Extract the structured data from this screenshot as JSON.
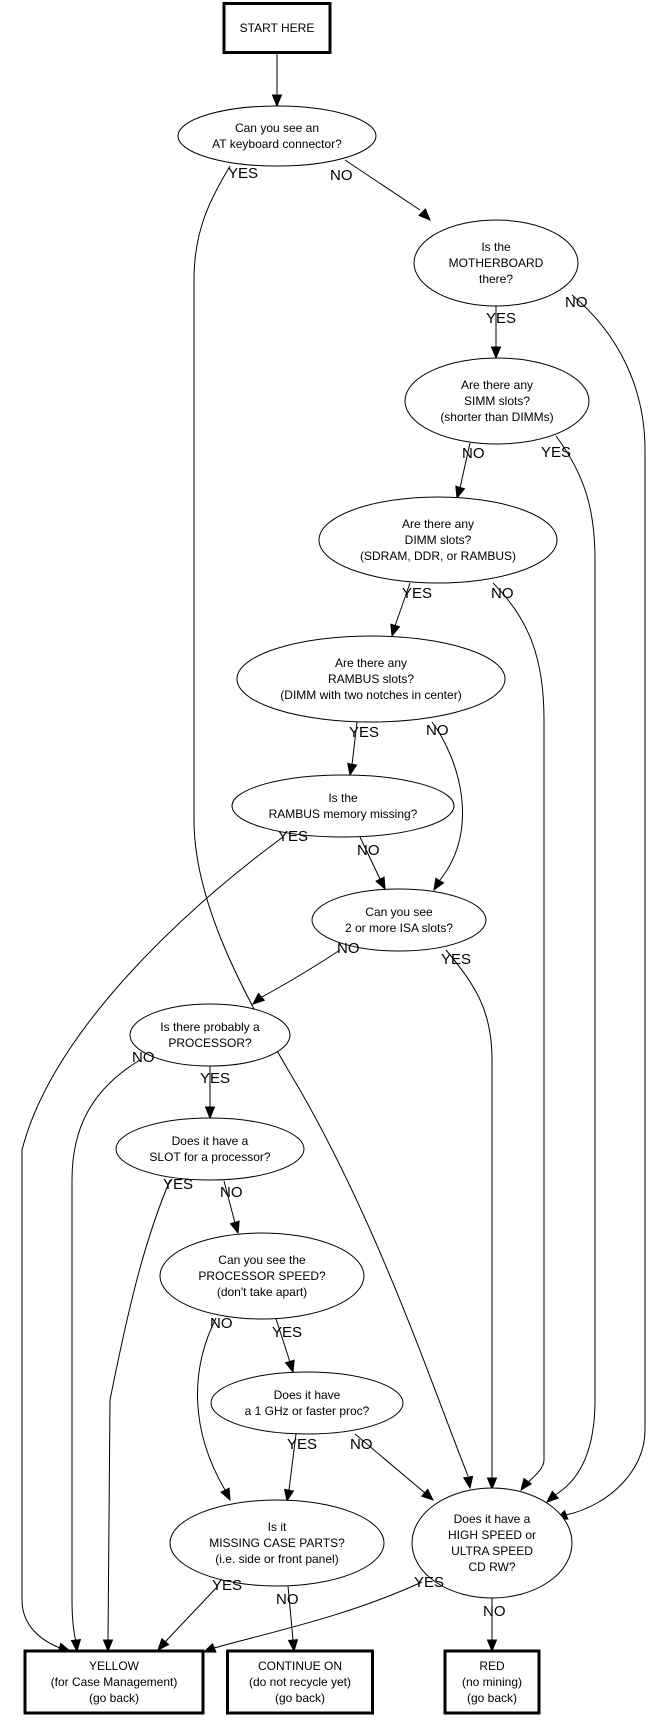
{
  "title": "Motherboard triage flowchart",
  "nodes": {
    "start": {
      "shape": "box",
      "lines": [
        "START HERE"
      ]
    },
    "at_keyboard": {
      "shape": "ellipse",
      "lines": [
        "Can you see an",
        "AT keyboard connector?"
      ]
    },
    "motherboard": {
      "shape": "ellipse",
      "lines": [
        "Is the",
        "MOTHERBOARD",
        "there?"
      ]
    },
    "simm": {
      "shape": "ellipse",
      "lines": [
        "Are there any",
        "SIMM slots?",
        "(shorter than DIMMs)"
      ]
    },
    "dimm": {
      "shape": "ellipse",
      "lines": [
        "Are there any",
        "DIMM slots?",
        "(SDRAM, DDR, or RAMBUS)"
      ]
    },
    "rambus_slots": {
      "shape": "ellipse",
      "lines": [
        "Are there any",
        "RAMBUS slots?",
        "(DIMM with two notches in center)"
      ]
    },
    "rambus_missing": {
      "shape": "ellipse",
      "lines": [
        "Is the",
        "RAMBUS memory missing?"
      ]
    },
    "isa": {
      "shape": "ellipse",
      "lines": [
        "Can you see",
        "2 or more ISA slots?"
      ]
    },
    "processor": {
      "shape": "ellipse",
      "lines": [
        "Is there probably a",
        "PROCESSOR?"
      ]
    },
    "slot": {
      "shape": "ellipse",
      "lines": [
        "Does it have a",
        "SLOT for a processor?"
      ]
    },
    "speed": {
      "shape": "ellipse",
      "lines": [
        "Can you see the",
        "PROCESSOR SPEED?",
        "(don't take apart)"
      ]
    },
    "ghz": {
      "shape": "ellipse",
      "lines": [
        "Does it have",
        "a 1 GHz or faster proc?"
      ]
    },
    "case_parts": {
      "shape": "ellipse",
      "lines": [
        "Is it",
        "MISSING CASE PARTS?",
        "(i.e. side or front panel)"
      ]
    },
    "cdrw": {
      "shape": "ellipse",
      "lines": [
        "Does it have a",
        "HIGH SPEED or",
        "ULTRA SPEED",
        "CD RW?"
      ]
    },
    "yellow": {
      "shape": "box",
      "lines": [
        "YELLOW",
        "(for Case Management)",
        "(go back)"
      ]
    },
    "continue": {
      "shape": "box",
      "lines": [
        "CONTINUE ON",
        "(do not recycle yet)",
        "(go back)"
      ]
    },
    "red": {
      "shape": "box",
      "lines": [
        "RED",
        "(no mining)",
        "(go back)"
      ]
    }
  },
  "edges": [
    {
      "from": "start",
      "to": "at_keyboard",
      "label": ""
    },
    {
      "from": "at_keyboard",
      "to": "cdrw",
      "label": "YES"
    },
    {
      "from": "at_keyboard",
      "to": "motherboard",
      "label": "NO"
    },
    {
      "from": "motherboard",
      "to": "simm",
      "label": "YES"
    },
    {
      "from": "motherboard",
      "to": "cdrw",
      "label": "NO"
    },
    {
      "from": "simm",
      "to": "dimm",
      "label": "NO"
    },
    {
      "from": "simm",
      "to": "cdrw",
      "label": "YES"
    },
    {
      "from": "dimm",
      "to": "rambus_slots",
      "label": "YES"
    },
    {
      "from": "dimm",
      "to": "cdrw",
      "label": "NO"
    },
    {
      "from": "rambus_slots",
      "to": "rambus_missing",
      "label": "YES"
    },
    {
      "from": "rambus_slots",
      "to": "isa",
      "label": "NO"
    },
    {
      "from": "rambus_missing",
      "to": "yellow",
      "label": "YES"
    },
    {
      "from": "rambus_missing",
      "to": "isa",
      "label": "NO"
    },
    {
      "from": "isa",
      "to": "processor",
      "label": "NO"
    },
    {
      "from": "isa",
      "to": "cdrw",
      "label": "YES"
    },
    {
      "from": "processor",
      "to": "yellow",
      "label": "NO"
    },
    {
      "from": "processor",
      "to": "slot",
      "label": "YES"
    },
    {
      "from": "slot",
      "to": "yellow",
      "label": "YES"
    },
    {
      "from": "slot",
      "to": "speed",
      "label": "NO"
    },
    {
      "from": "speed",
      "to": "case_parts",
      "label": "NO"
    },
    {
      "from": "speed",
      "to": "ghz",
      "label": "YES"
    },
    {
      "from": "ghz",
      "to": "case_parts",
      "label": "YES"
    },
    {
      "from": "ghz",
      "to": "cdrw",
      "label": "NO"
    },
    {
      "from": "case_parts",
      "to": "yellow",
      "label": "YES"
    },
    {
      "from": "case_parts",
      "to": "continue",
      "label": "NO"
    },
    {
      "from": "cdrw",
      "to": "yellow",
      "label": "YES"
    },
    {
      "from": "cdrw",
      "to": "red",
      "label": "NO"
    }
  ]
}
